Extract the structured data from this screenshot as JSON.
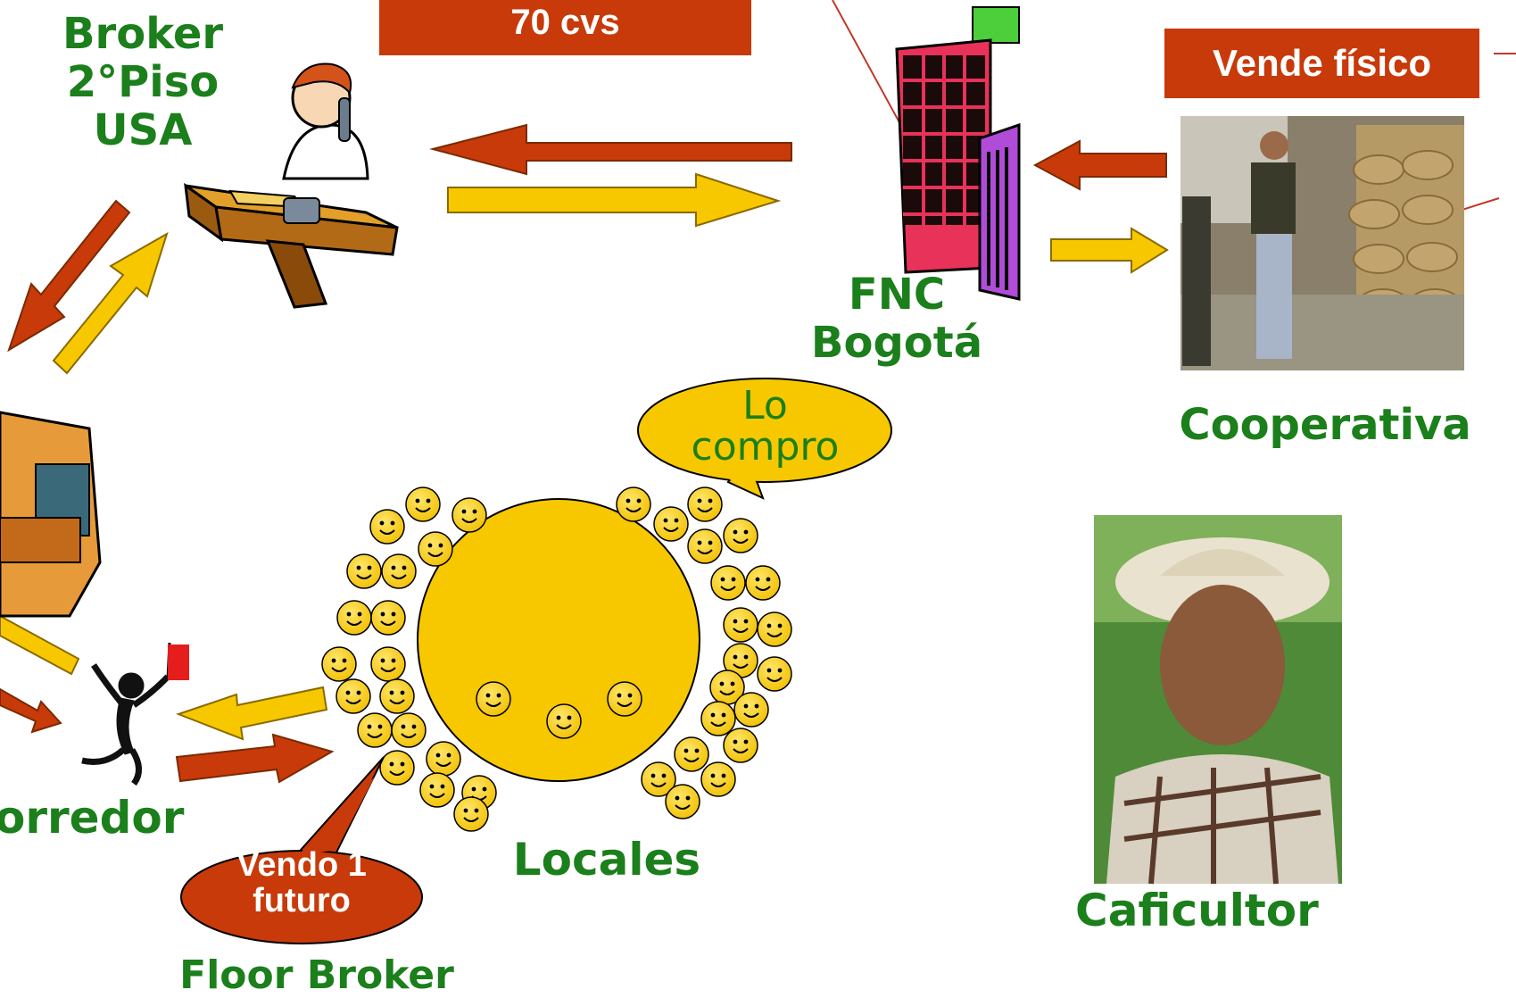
{
  "banner_top": "70 cvs",
  "banner_vende": "Vende físico",
  "labels": {
    "broker": "Broker\n2°Piso\nUSA",
    "fnc": "FNC\nBogotá",
    "cooperativa": "Cooperativa",
    "corredor": "orredor",
    "locales": "Locales",
    "caficultor": "Caficultor",
    "floor_broker": "Floor Broker"
  },
  "bubbles": {
    "lo_compro": "Lo\ncompro",
    "vendo": "Vendo 1\nfuturo"
  },
  "colors": {
    "green_text": "#1b7f1b",
    "red_arrow": "#c83a0a",
    "yellow_arrow": "#f7c800",
    "smiley": "#f7c800",
    "banner": "#c83a0a"
  }
}
